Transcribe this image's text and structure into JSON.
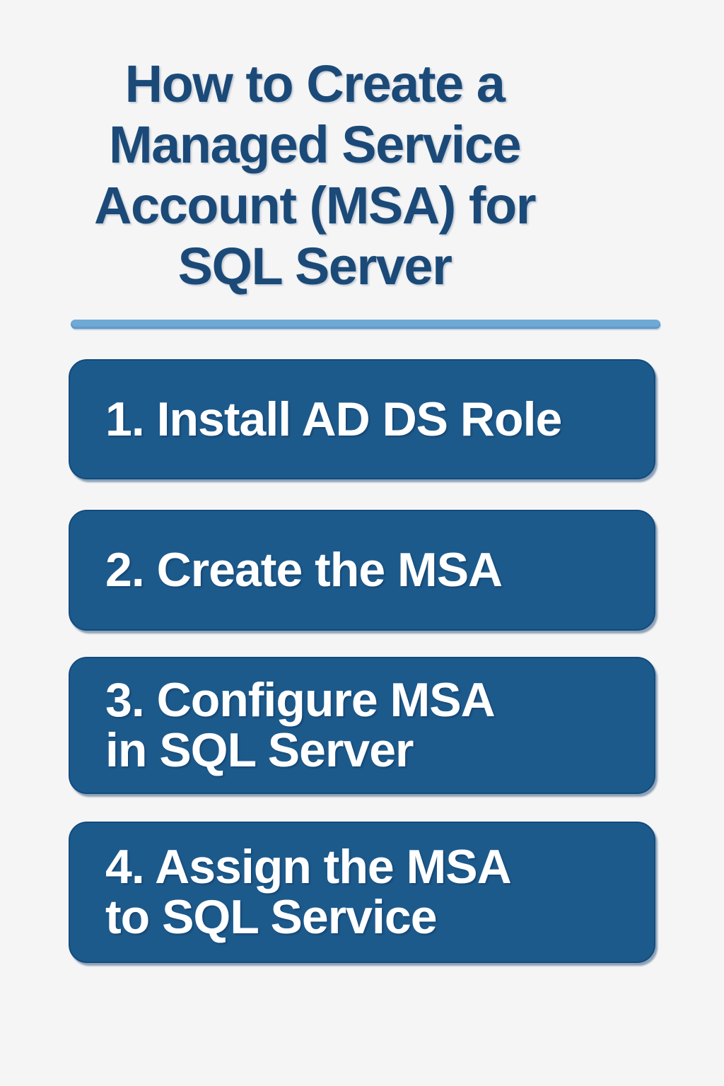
{
  "theme": {
    "background": "#f5f5f6",
    "title_color": "#1b4a78",
    "divider_color": "#6fa9d6",
    "box_color": "#1d5a8c",
    "box_border_color": "#124b7e",
    "box_text_color": "#ffffff"
  },
  "title": {
    "full_text": "How to Create a Managed Service Account (MSA) for SQL Server",
    "line1": "How to Create a",
    "line2": "Managed Service",
    "line3": "Account (MSA) for",
    "line4": "SQL Server"
  },
  "steps": [
    {
      "label": "1. Install AD DS Role",
      "line1": "1. Install AD DS Role",
      "line2": ""
    },
    {
      "label": "2. Create the MSA",
      "line1": "2. Create the MSA",
      "line2": ""
    },
    {
      "label": "3. Configure MSA in SQL Server",
      "line1": "3. Configure MSA",
      "line2": "in SQL Server"
    },
    {
      "label": "4. Assign the MSA to SQL Service",
      "line1": "4. Assign the MSA",
      "line2": "to SQL Service"
    }
  ]
}
